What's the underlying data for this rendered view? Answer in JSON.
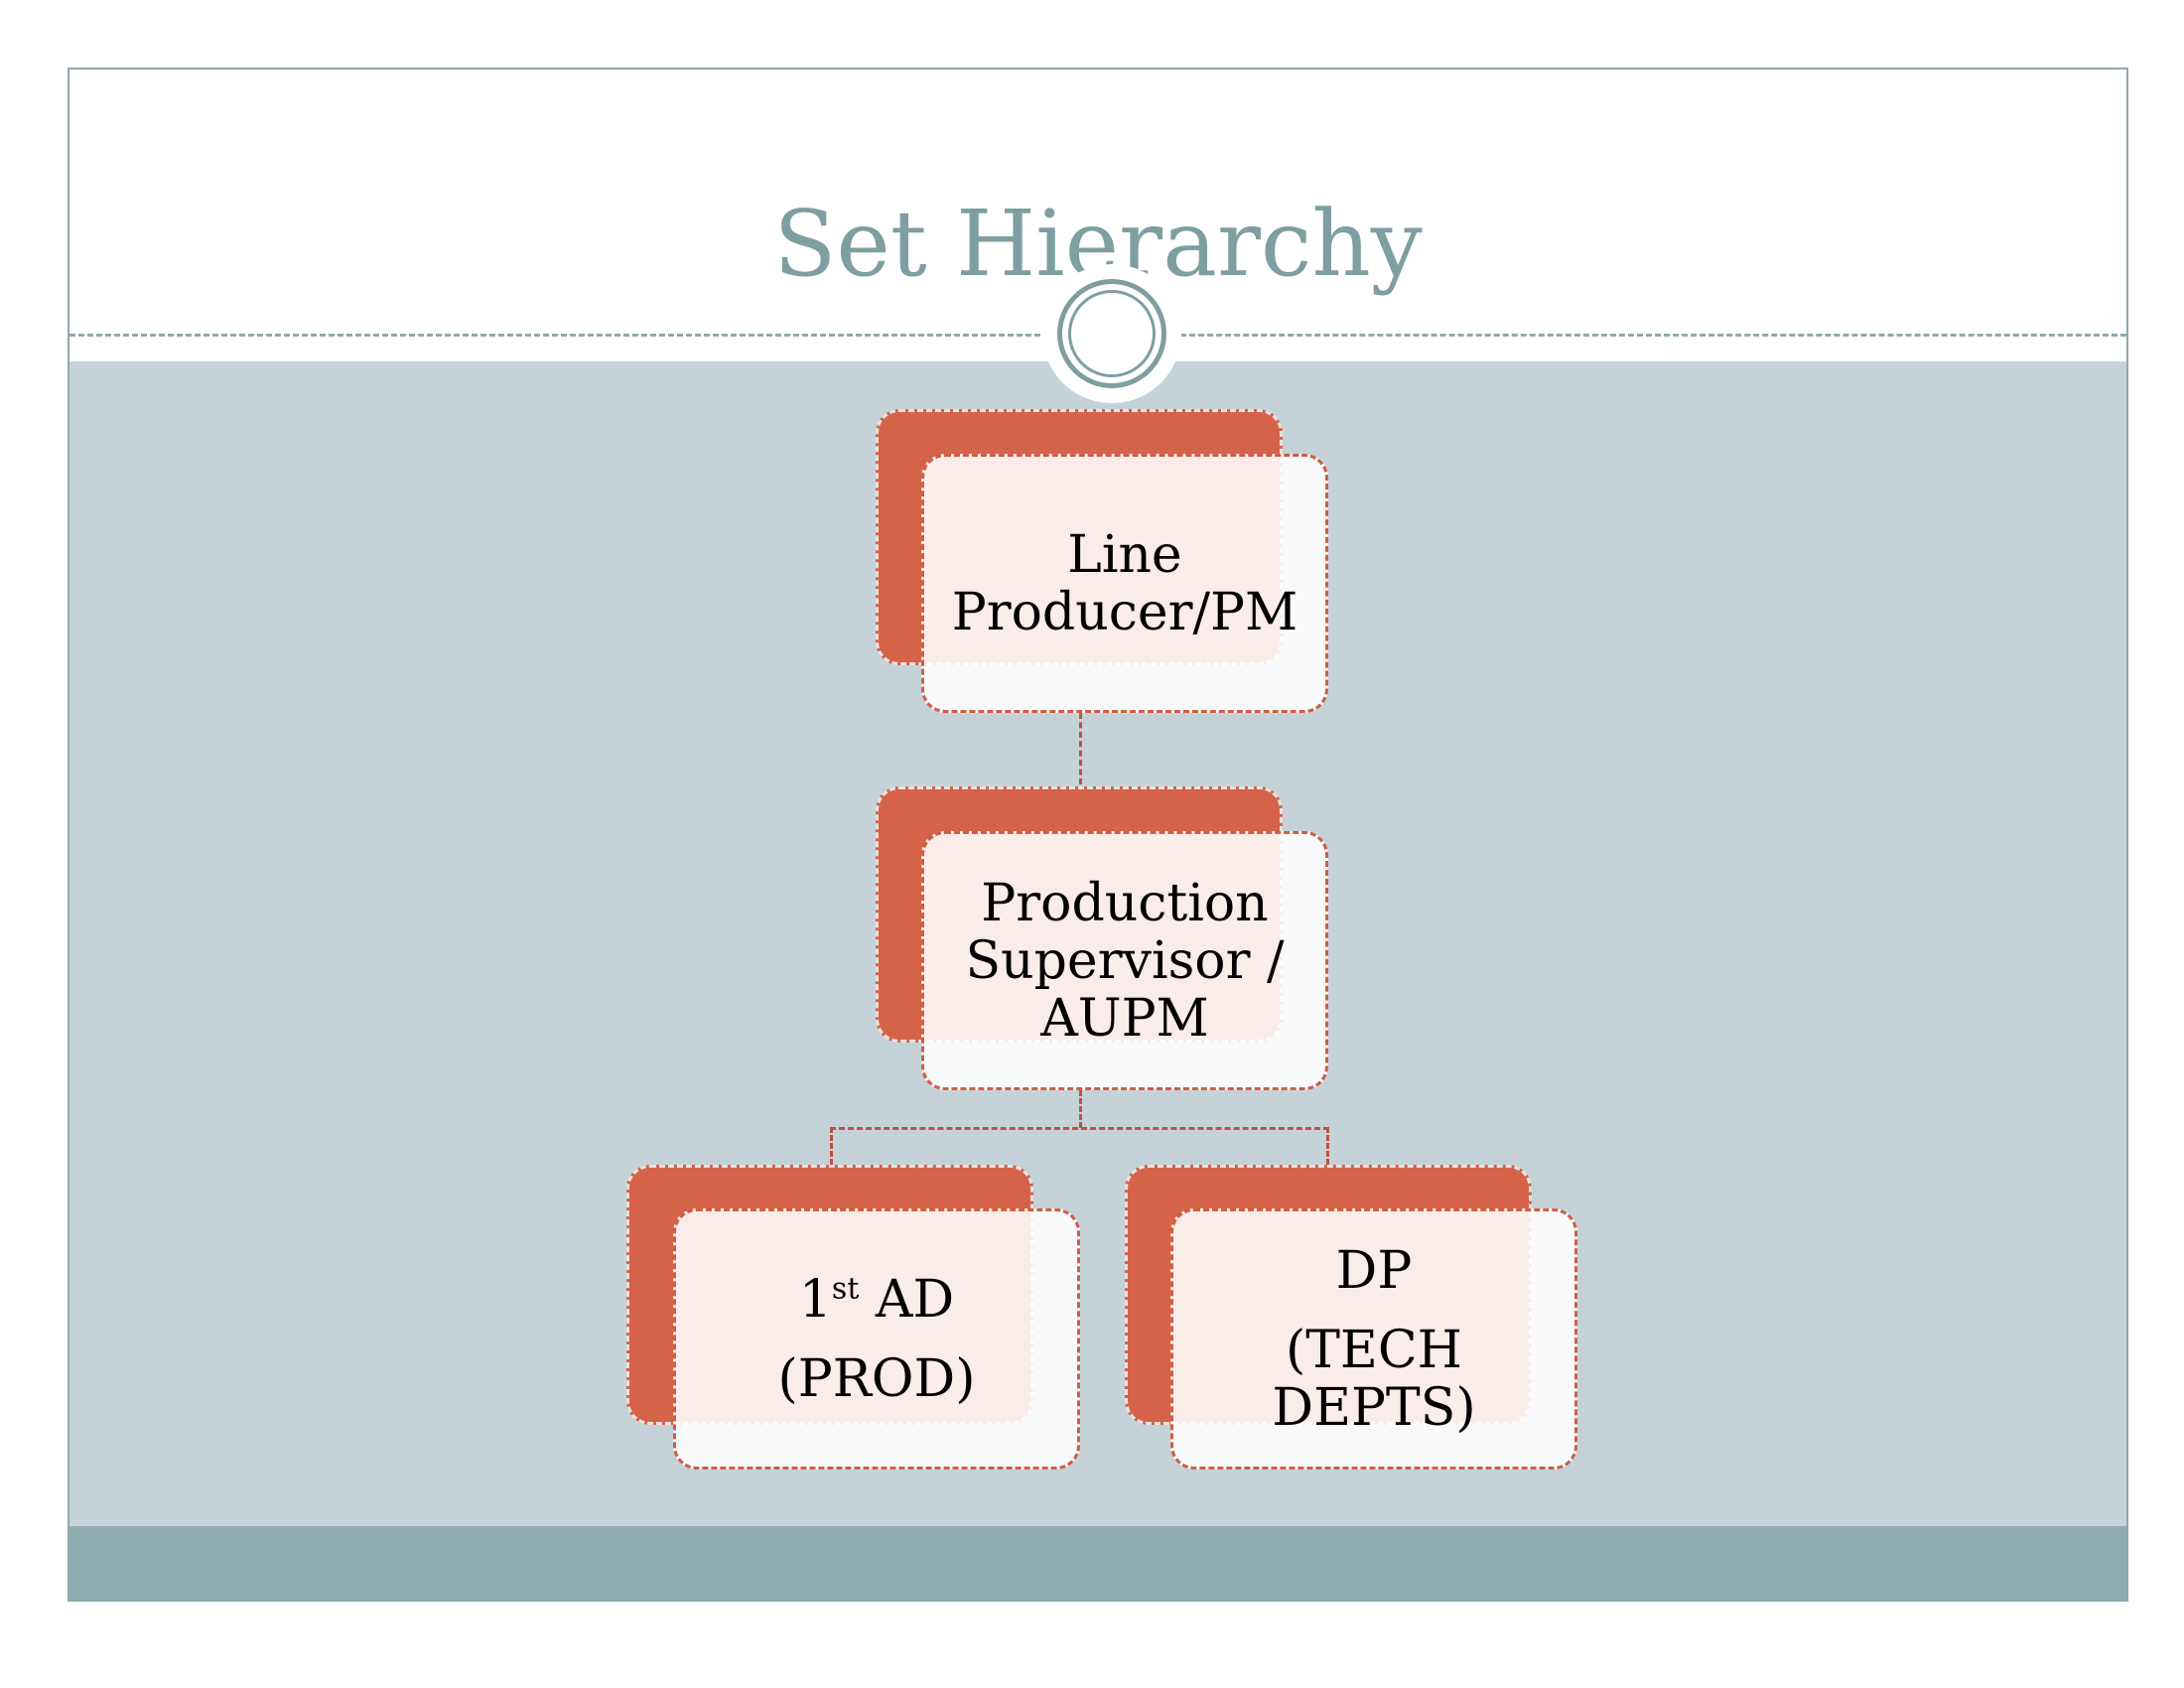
{
  "slide": {
    "title": "Set Hierarchy"
  },
  "org_chart": {
    "root": {
      "lines": [
        "Line",
        "Producer/PM"
      ]
    },
    "middle": {
      "lines": [
        "Production",
        "Supervisor /",
        "AUPM"
      ]
    },
    "left_child": {
      "number": "1",
      "superscript": "st",
      "role": "AD",
      "dept": "(PROD)"
    },
    "right_child": {
      "lines": [
        "DP",
        "(TECH",
        "DEPTS)"
      ]
    }
  },
  "colors": {
    "title": "#7f9ea1",
    "content_background": "#c5d2d8",
    "footer_band": "#8fadb1",
    "card_accent": "#d4634a",
    "card_face": "#faf0ee",
    "connector": "#c0533c"
  }
}
